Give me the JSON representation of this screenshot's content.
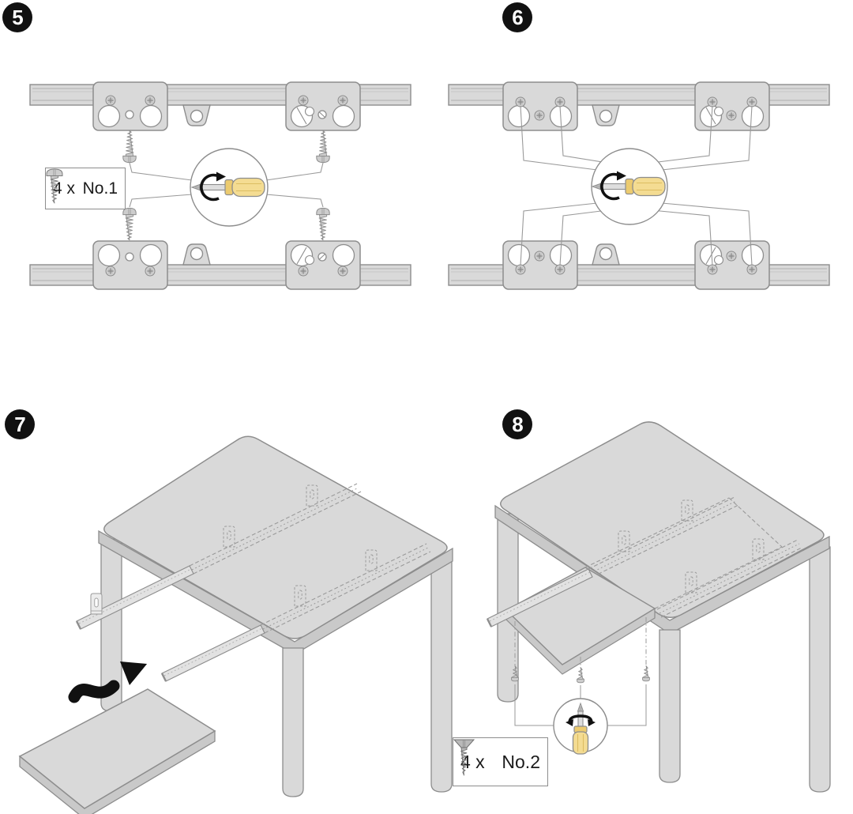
{
  "document_type": "assembly-instructions",
  "colors": {
    "background": "#ffffff",
    "part_fill": "#d9d9d9",
    "part_side": "#c9c9c9",
    "outline": "#8d8d8d",
    "thin_line": "#9a9a9a",
    "hole_fill": "#ffffff",
    "screw_fill": "#cdcdcd",
    "screwdriver_handle": "#f4dc92",
    "screwdriver_collar": "#eccb6f",
    "badge_background": "#111111",
    "badge_text": "#ffffff",
    "arrow": "#111111"
  },
  "steps": [
    {
      "number": "5",
      "parts_label": {
        "quantity": "4 x",
        "part_code": "No.1",
        "icon": "pan-head-screw-icon"
      },
      "icons": [
        "phillips-screwdriver-icon",
        "rotation-arrow-icon",
        "pan-head-screw-icon"
      ],
      "screws_shown": 4
    },
    {
      "number": "6",
      "icons": [
        "phillips-screwdriver-icon",
        "rotation-arrow-icon"
      ],
      "callout_lines": 8
    },
    {
      "number": "7",
      "icons": [
        "insert-direction-arrow-icon"
      ]
    },
    {
      "number": "8",
      "parts_label": {
        "quantity": "4 x",
        "part_code": "No.2",
        "icon": "flat-head-screw-icon"
      },
      "icons": [
        "phillips-screwdriver-icon",
        "rotation-arrow-icon",
        "flat-head-screw-icon"
      ],
      "screws_shown": 3
    }
  ]
}
